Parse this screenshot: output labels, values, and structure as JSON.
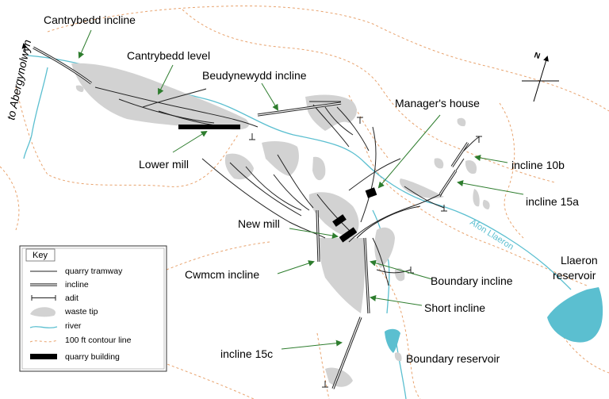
{
  "labels": {
    "cantrybedd_incline": "Cantrybedd incline",
    "cantrybedd_level": "Cantrybedd level",
    "beudynewydd_incline": "Beudynewydd incline",
    "managers_house": "Manager's house",
    "lower_mill": "Lower mill",
    "incline_10b": "incline 10b",
    "incline_15a": "incline 15a",
    "new_mill": "New mill",
    "cwmcm_incline": "Cwmcm incline",
    "boundary_incline": "Boundary incline",
    "short_incline": "Short incline",
    "incline_15c": "incline 15c",
    "boundary_reservoir": "Boundary reservoir",
    "llaeron_reservoir_line1": "Llaeron",
    "llaeron_reservoir_line2": "reservoir",
    "afon_llaeron": "Afon Llaeron",
    "to_abergynolwyn": "to Abergynolwyn"
  },
  "north_arrow": {
    "label": "N",
    "icon": "compass-arrow-icon"
  },
  "key": {
    "title": "Key",
    "items": [
      {
        "label": "quarry tramway",
        "icon": "tramway-line-icon"
      },
      {
        "label": "incline",
        "icon": "incline-line-icon"
      },
      {
        "label": "adit",
        "icon": "adit-symbol-icon"
      },
      {
        "label": "waste tip",
        "icon": "waste-tip-shape-icon"
      },
      {
        "label": "river",
        "icon": "river-line-icon"
      },
      {
        "label": "100 ft contour line",
        "icon": "contour-line-icon"
      },
      {
        "label": "quarry building",
        "icon": "building-block-icon"
      }
    ]
  },
  "colors": {
    "river": "#5bbfd0",
    "reservoir": "#5bbfd0",
    "contour": "#e8a36e",
    "waste_tip": "#d2d2d2",
    "leader": "#2e7d2e",
    "building": "#000000"
  }
}
